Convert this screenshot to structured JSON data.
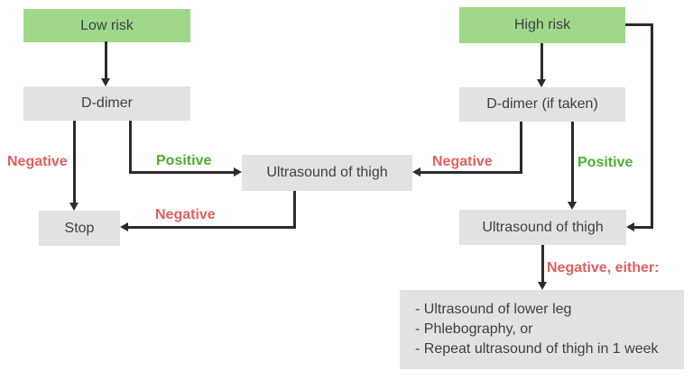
{
  "palette": {
    "green_box": "#9fd88b",
    "gray_box": "#e2e2e2",
    "box_text": "#3d4145",
    "negative": "#e0605e",
    "positive": "#4fae30",
    "line": "#2b2b2b",
    "background": "#ffffff"
  },
  "nodes": {
    "low_risk": "Low risk",
    "d_dimer": "D-dimer",
    "stop": "Stop",
    "ultrasound_mid": "Ultrasound of thigh",
    "high_risk": "High risk",
    "d_dimer_if_taken": "D-dimer (if taken)",
    "ultrasound_right": "Ultrasound of thigh",
    "followup_items": [
      "- Ultrasound of lower leg",
      "- Phlebography, or",
      "- Repeat ultrasound of thigh in 1 week"
    ]
  },
  "edge_labels": {
    "negative_left": "Negative",
    "positive_left": "Positive",
    "negative_mid": "Negative",
    "negative_right": "Negative",
    "positive_right": "Positive",
    "negative_either": "Negative, either:"
  }
}
